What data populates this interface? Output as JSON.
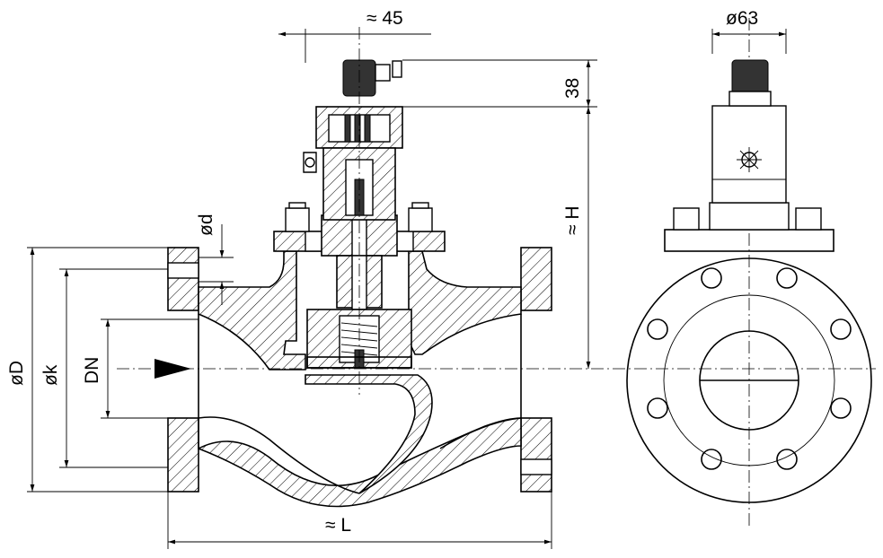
{
  "dimensions": {
    "width_45": "≈ 45",
    "dia_63": "ø63",
    "height_38": "38",
    "height_H": "≈ H",
    "hole_d": "ød",
    "dia_D": "øD",
    "dia_k": "øk",
    "nominal_DN": "DN",
    "length_L": "≈ L"
  },
  "colors": {
    "line": "#000000",
    "background": "#ffffff",
    "actuator": "#333333"
  }
}
